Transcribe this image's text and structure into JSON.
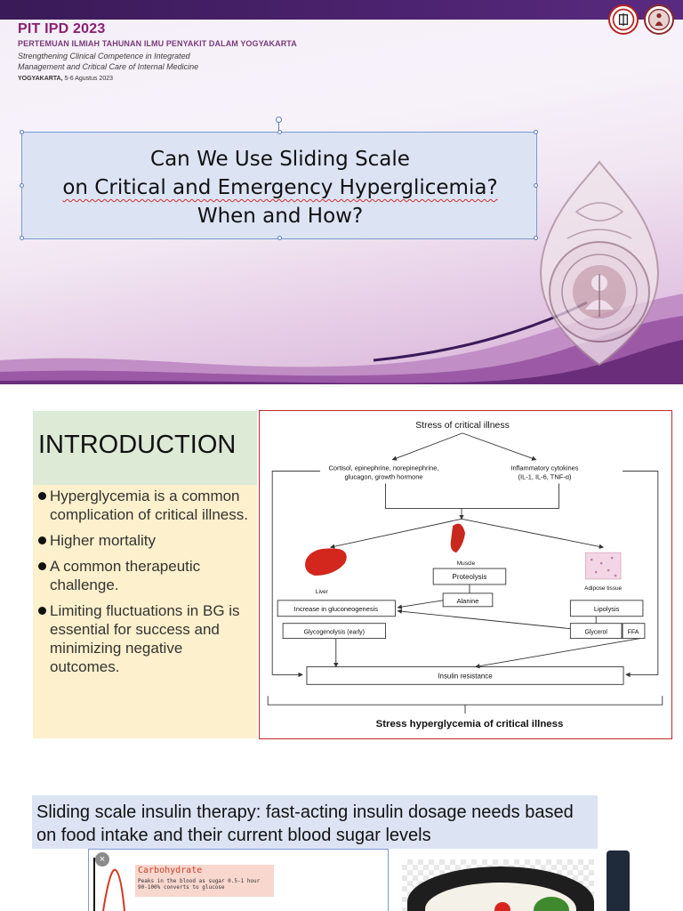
{
  "slide1": {
    "event_title": "PIT IPD 2023",
    "event_fullname": "PERTEMUAN ILMIAH TAHUNAN ILMU PENYAKIT DALAM YOGYAKARTA",
    "tagline_line1": "Strengthening Clinical Competence in Integrated",
    "tagline_line2": "Management and Critical Care of Internal Medicine",
    "location": "YOGYAKARTA,",
    "dates": "5-6 Agustus 2023",
    "title_line1": "Can We Use Sliding Scale",
    "title_line2": "on Critical and Emergency Hyperglicemia?",
    "title_line3": "When and How?",
    "colors": {
      "topbar": "#3a1a57",
      "brand": "#8a1f70",
      "title_box": "#dce4f4"
    }
  },
  "slide2": {
    "heading": "INTRODUCTION",
    "bullets": [
      "Hyperglycemia is a common complication of critical illness.",
      "Higher mortality",
      "A common therapeutic challenge.",
      "Limiting fluctuations in BG is essential for success and minimizing negative outcomes."
    ],
    "diagram": {
      "top": "Stress of critical illness",
      "hormones_line1": "Cortisol, epinephrine, norepinephrine,",
      "hormones_line2": "glucagon, growth hormone",
      "cytokines_line1": "Inflammatory cytokines",
      "cytokines_line2": "(IL-1, IL-6, TNF-α)",
      "liver": "Liver",
      "muscle": "Muscle",
      "adipose": "Adipose tissue",
      "proteolysis": "Proteolysis",
      "alanine": "Alanine",
      "gluconeogenesis": "Increase in gluconeogenesis",
      "glycogenolysis": "Glycogenolysis (early)",
      "lipolysis": "Lipolysis",
      "glycerol": "Glycerol",
      "ffa": "FFA",
      "insulin_resistance": "Insulin resistance",
      "bottom": "Stress hyperglycemia of critical illness"
    }
  },
  "slide3": {
    "heading": "Sliding scale insulin therapy: fast-acting insulin dosage needs based on food intake and their current blood sugar levels",
    "carb_title": "Carbohydrate",
    "carb_note_line1": "Peaks in the blood as sugar 0.5-1 hour",
    "carb_note_line2": "90-100% converts to glucose",
    "close_symbol": "×"
  }
}
